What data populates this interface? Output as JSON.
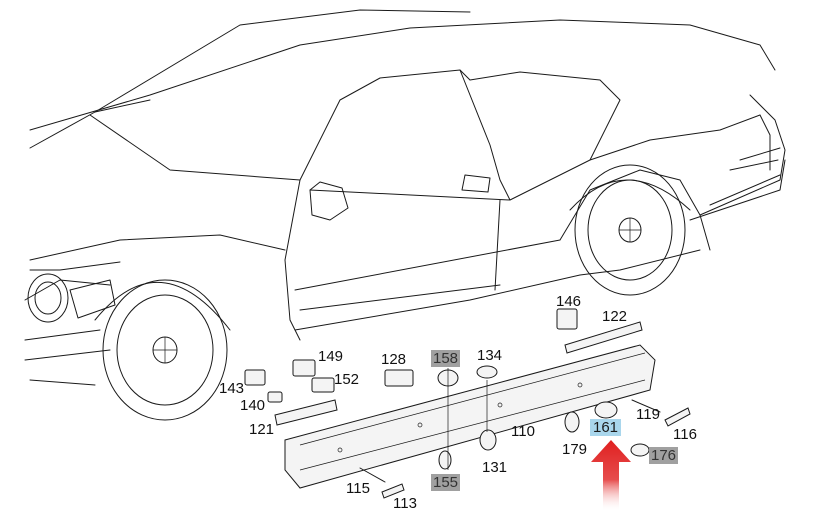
{
  "callouts": [
    {
      "id": "146",
      "text": "146",
      "style": "plain"
    },
    {
      "id": "122",
      "text": "122",
      "style": "plain"
    },
    {
      "id": "149",
      "text": "149",
      "style": "plain"
    },
    {
      "id": "128",
      "text": "128",
      "style": "plain"
    },
    {
      "id": "158",
      "text": "158",
      "style": "gray"
    },
    {
      "id": "134",
      "text": "134",
      "style": "plain"
    },
    {
      "id": "143",
      "text": "143",
      "style": "plain"
    },
    {
      "id": "152",
      "text": "152",
      "style": "plain"
    },
    {
      "id": "140",
      "text": "140",
      "style": "plain"
    },
    {
      "id": "121",
      "text": "121",
      "style": "plain"
    },
    {
      "id": "119",
      "text": "119",
      "style": "plain"
    },
    {
      "id": "110",
      "text": "110",
      "style": "plain"
    },
    {
      "id": "161",
      "text": "161",
      "style": "blue"
    },
    {
      "id": "116",
      "text": "116",
      "style": "plain"
    },
    {
      "id": "179",
      "text": "179",
      "style": "plain"
    },
    {
      "id": "176",
      "text": "176",
      "style": "gray"
    },
    {
      "id": "131",
      "text": "131",
      "style": "plain"
    },
    {
      "id": "155",
      "text": "155",
      "style": "gray"
    },
    {
      "id": "115",
      "text": "115",
      "style": "plain"
    },
    {
      "id": "113",
      "text": "113",
      "style": "plain"
    }
  ],
  "highlight": {
    "target": "161",
    "arrow_color": "#e02020"
  }
}
